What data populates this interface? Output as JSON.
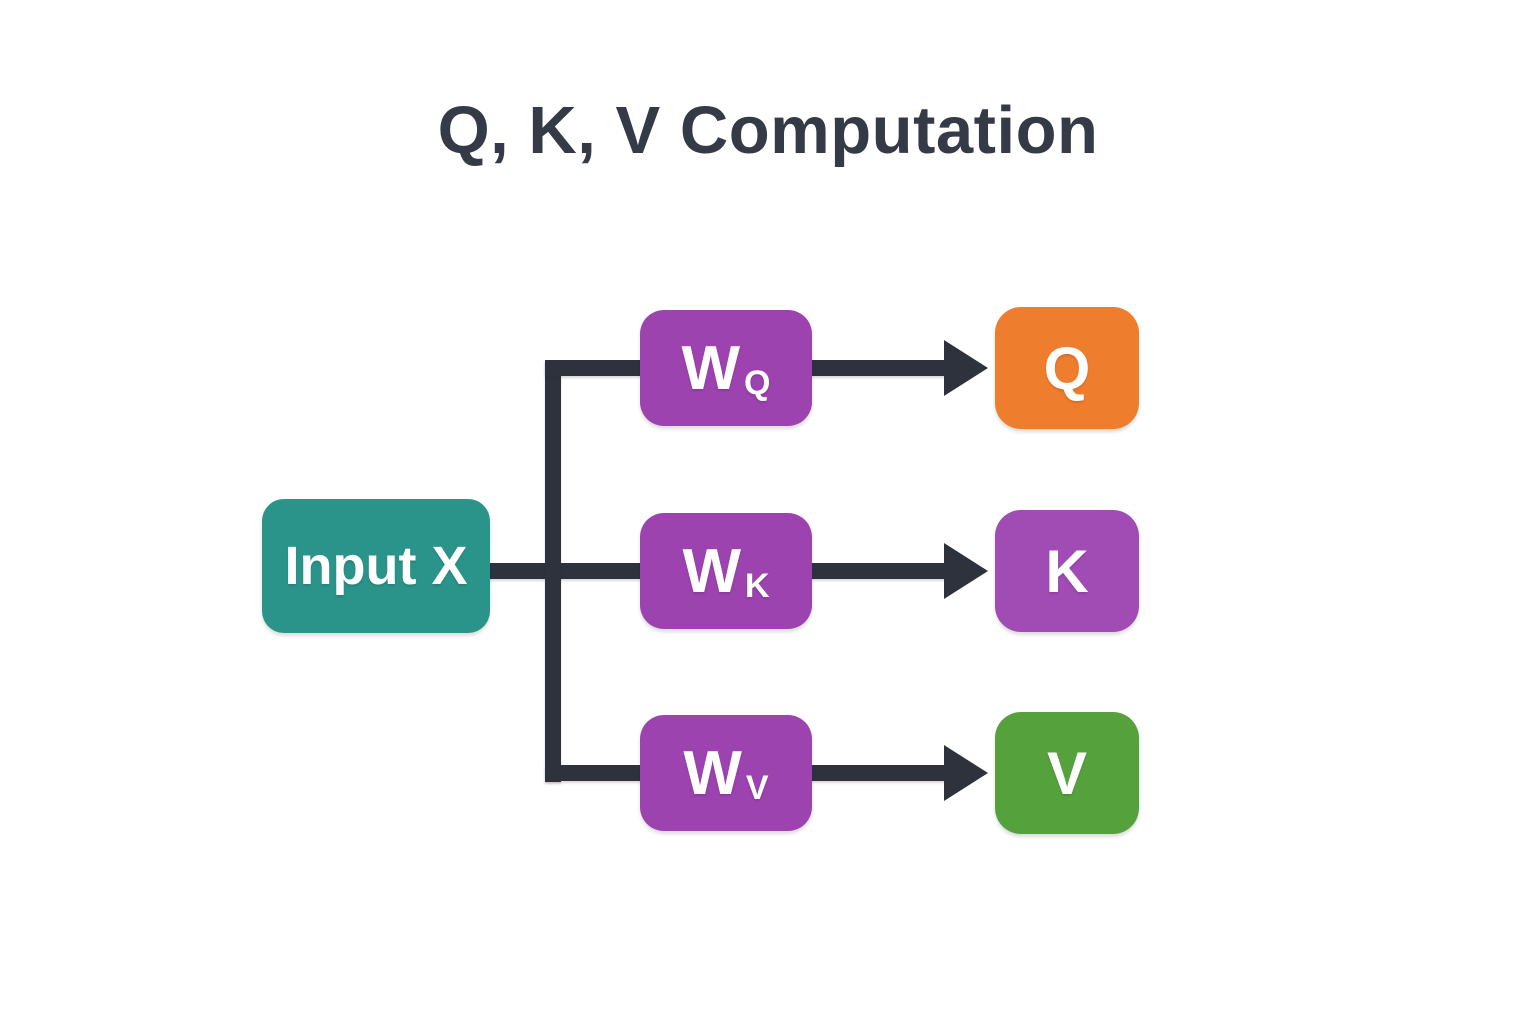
{
  "title": {
    "text": "Q, K, V Computation",
    "color": "#343a46"
  },
  "nodes": {
    "input": {
      "label": "Input X",
      "color": "#2b948a"
    },
    "wq": {
      "base": "W",
      "sub": "Q",
      "color": "#9c43b0"
    },
    "wk": {
      "base": "W",
      "sub": "K",
      "color": "#9c43b0"
    },
    "wv": {
      "base": "W",
      "sub": "V",
      "color": "#9c43b0"
    },
    "q": {
      "label": "Q",
      "color": "#ef7d2e"
    },
    "k": {
      "label": "K",
      "color": "#a14cb4"
    },
    "v": {
      "label": "V",
      "color": "#55a23c"
    }
  },
  "edges": [
    {
      "from": "Input X",
      "to": "W_Q",
      "arrow": false
    },
    {
      "from": "Input X",
      "to": "W_K",
      "arrow": false
    },
    {
      "from": "Input X",
      "to": "W_V",
      "arrow": false
    },
    {
      "from": "W_Q",
      "to": "Q",
      "arrow": true
    },
    {
      "from": "W_K",
      "to": "K",
      "arrow": true
    },
    {
      "from": "W_V",
      "to": "V",
      "arrow": true
    }
  ],
  "connector_color": "#2d323c",
  "background_color": "#ffffff"
}
